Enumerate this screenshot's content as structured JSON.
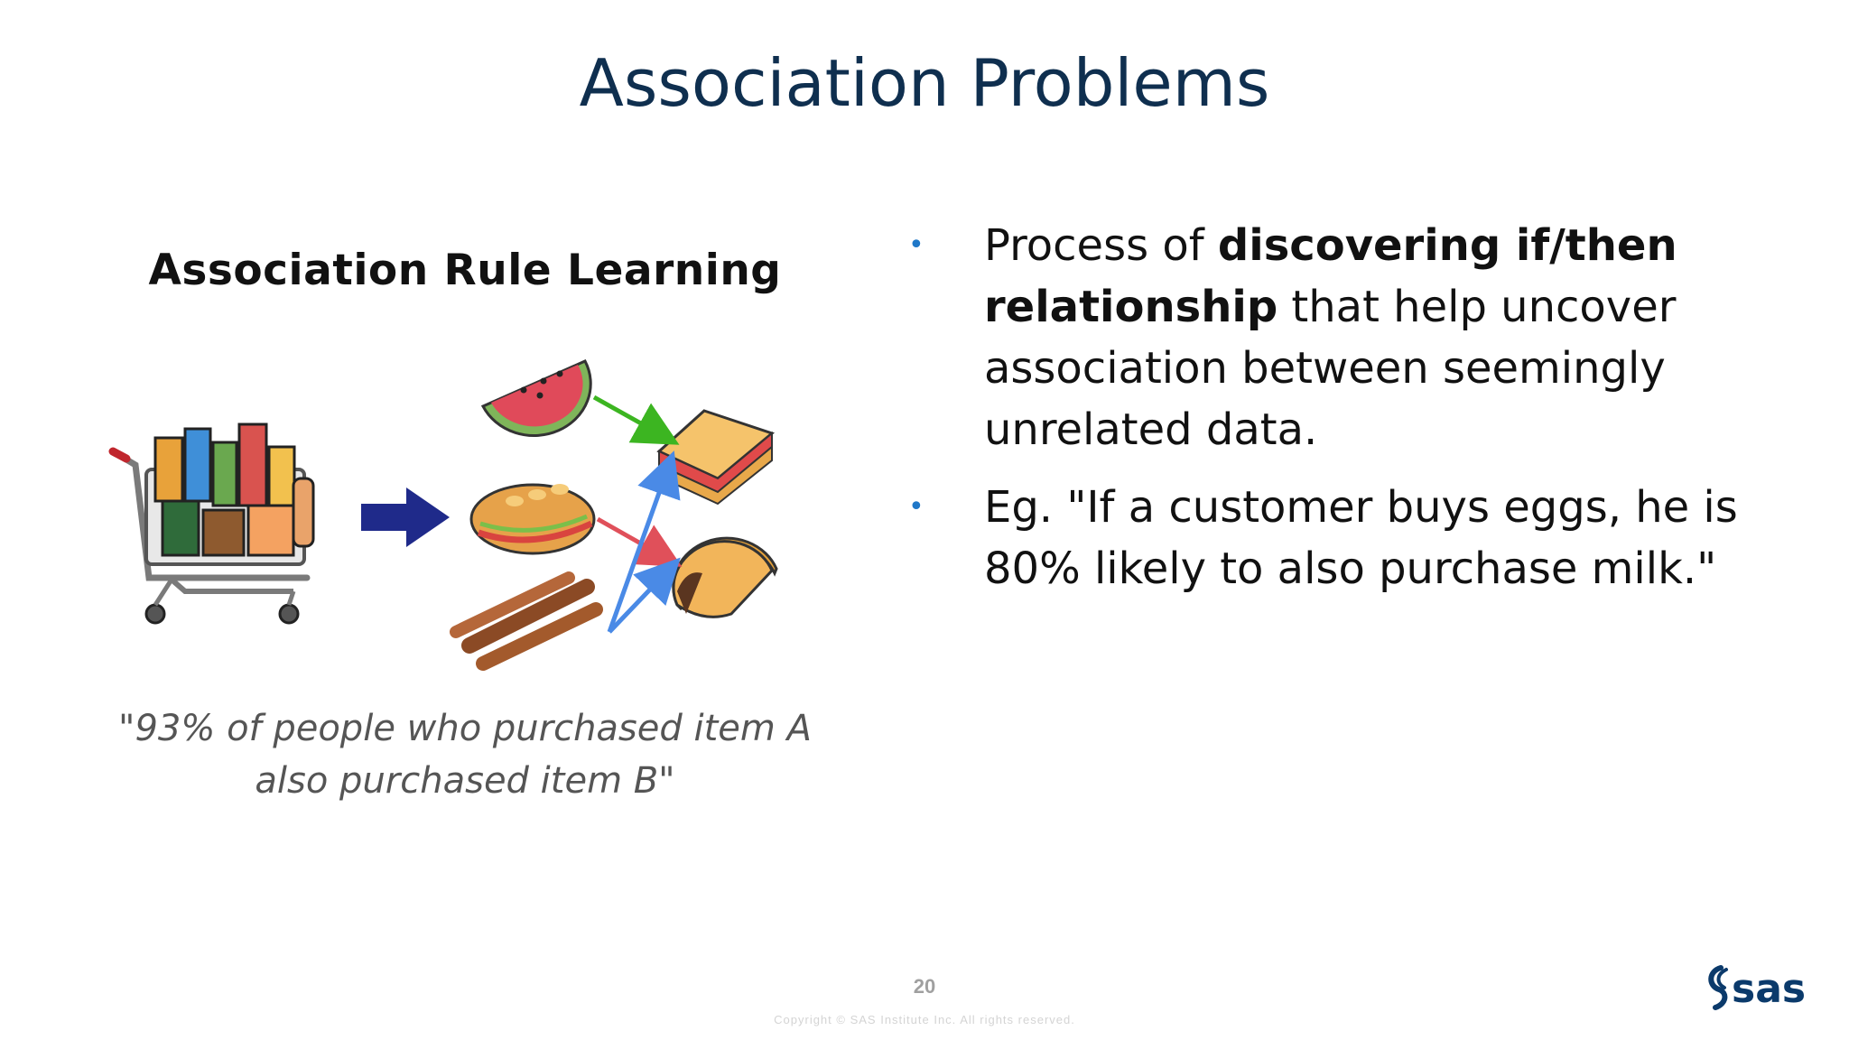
{
  "slide": {
    "title": "Association Problems",
    "page_number": "20",
    "copyright": "Copyright © SAS Institute Inc. All rights reserved."
  },
  "figure": {
    "title": "Association Rule Learning",
    "caption_line1": "\"93% of people who purchased item A",
    "caption_line2": "also purchased item B\"",
    "icons": [
      "shopping-cart-icon",
      "right-arrow-icon",
      "watermelon-icon",
      "sub-sandwich-icon",
      "cinnamon-sticks-icon",
      "sandwich-icon",
      "taco-icon"
    ],
    "arrow_colors": {
      "main": "#1f2a8a",
      "green": "#3cb521",
      "red": "#e0505a",
      "blue": "#4a8ae6"
    }
  },
  "bullets": [
    {
      "pre": "Process of ",
      "bold": "discovering if/then relationship",
      "post": " that help uncover association between seemingly unrelated data."
    },
    {
      "text": "Eg. \"If a customer buys eggs, he is 80% likely to also purchase milk.\""
    }
  ],
  "logo": {
    "text": "sas",
    "color": "#0b3a6b"
  },
  "colors": {
    "title": "#0f2f4f",
    "bullet_marker": "#1f78c8"
  }
}
